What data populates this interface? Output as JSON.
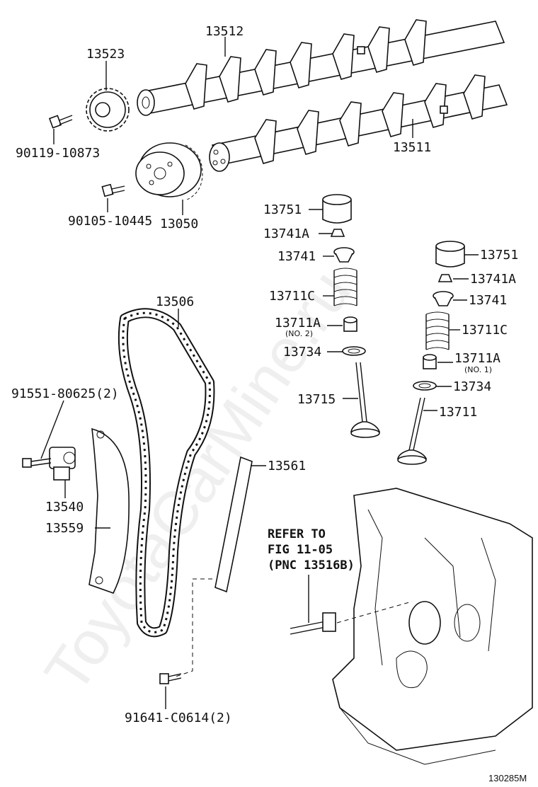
{
  "watermark": "ToyotaCarMine.ru",
  "figure_code": "130285M",
  "labels": {
    "p13512": "13512",
    "p13523": "13523",
    "p90119": "90119-10873",
    "p13511": "13511",
    "p90105": "90105-10445",
    "p13050": "13050",
    "p13751_l": "13751",
    "p13741a_l": "13741A",
    "p13741_l": "13741",
    "p13711c_l": "13711C",
    "p13711a_l": "13711A",
    "p13711a_l_sub": "(NO. 2)",
    "p13734_l": "13734",
    "p13715": "13715",
    "p13751_r": "13751",
    "p13741a_r": "13741A",
    "p13741_r": "13741",
    "p13711c_r": "13711C",
    "p13711a_r": "13711A",
    "p13711a_r_sub": "(NO. 1)",
    "p13734_r": "13734",
    "p13711": "13711",
    "p13506": "13506",
    "p91551": "91551-80625(2)",
    "p13540": "13540",
    "p13559": "13559",
    "p13561": "13561",
    "p91641": "91641-C0614(2)"
  },
  "refer": {
    "line1": "REFER TO",
    "line2": "FIG 11-05",
    "line3": "(PNC 13516B)"
  }
}
